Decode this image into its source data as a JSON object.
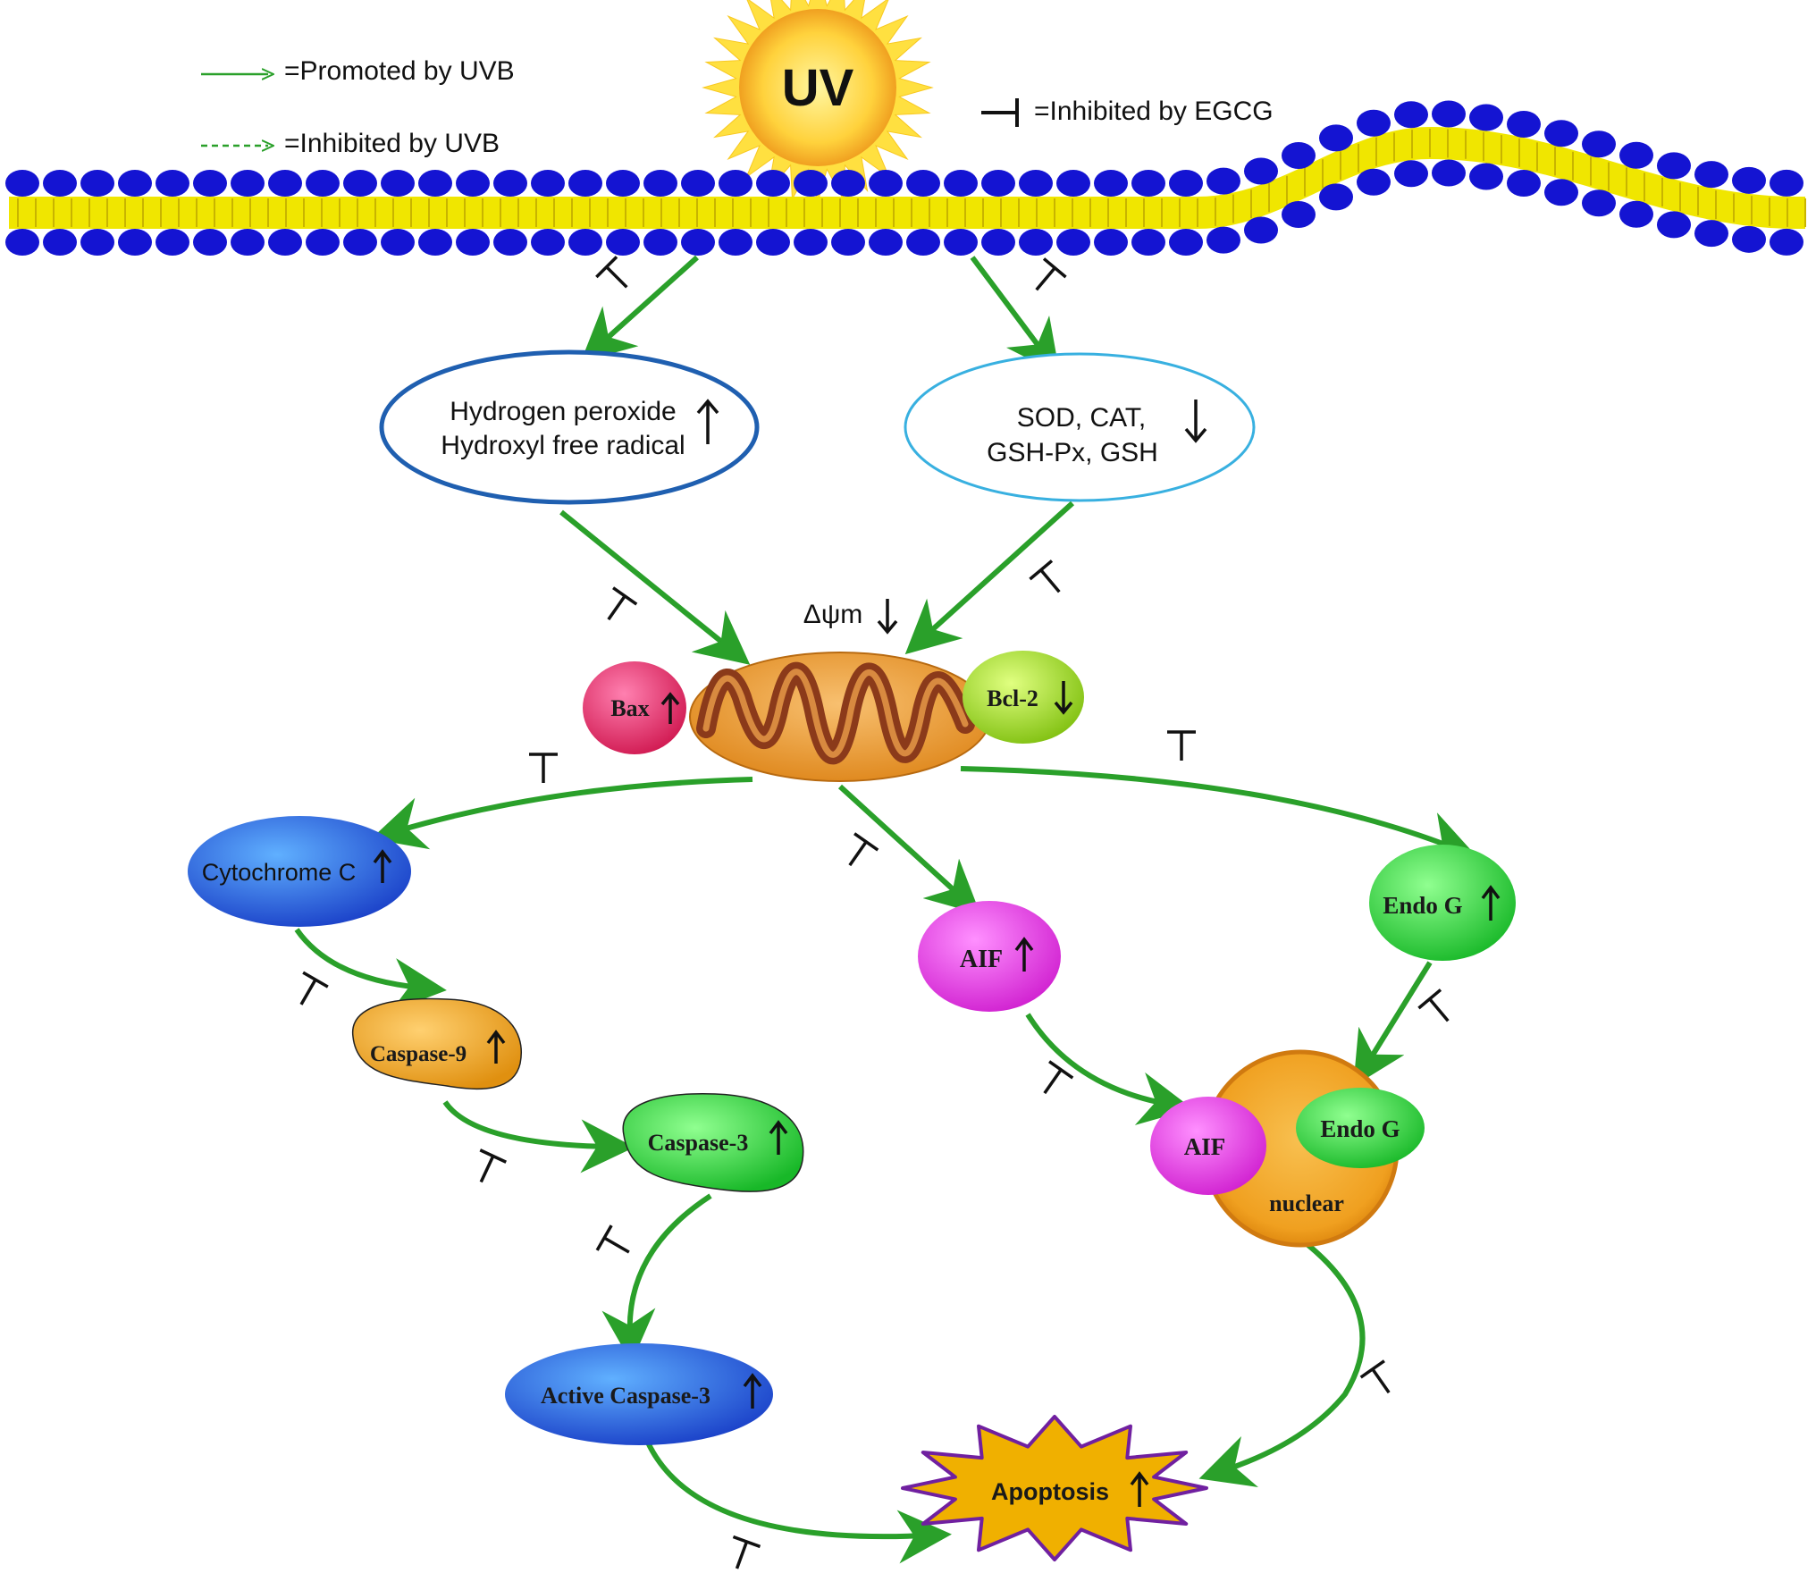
{
  "legend": {
    "promoted": "=Promoted by UVB",
    "inhibited_uvb": "=Inhibited by UVB",
    "inhibited_egcg": "=Inhibited by EGCG"
  },
  "sun_label": "UV",
  "ros": {
    "line1": "Hydrogen peroxide",
    "line2": "Hydroxyl free radical",
    "trend": "up"
  },
  "antioxidants": {
    "line1": "SOD, CAT,",
    "line2": "GSH-Px, GSH",
    "trend": "down"
  },
  "membrane_potential": {
    "label": "Δψm",
    "trend": "down"
  },
  "nodes": {
    "bax": "Bax",
    "bcl2": "Bcl-2",
    "cytochrome_c": "Cytochrome C",
    "aif": "AIF",
    "endo_g": "Endo G",
    "caspase9": "Caspase-9",
    "caspase3": "Caspase-3",
    "active_caspase3": "Active Caspase-3",
    "nucleus_aif": "AIF",
    "nucleus_endo_g": "Endo G",
    "nucleus_label": "nuclear",
    "apoptosis": "Apoptosis"
  },
  "colors": {
    "arrow_green": "#2aa02a",
    "membrane_head": "#1414d2",
    "membrane_tail": "#f0e600",
    "ros_border": "#1f5fb0",
    "antiox_border": "#38b0e0",
    "mitochondrion": "#f0a040",
    "cristae": "#8b3a1a",
    "bax": "#e0306a",
    "bcl2": "#a0d020",
    "cytochrome": "#1e64e0",
    "aif": "#e030e0",
    "endo_g": "#20c830",
    "caspase9": "#f0a020",
    "caspase3": "#30d830",
    "active_caspase3": "#1e64e0",
    "nucleus": "#f0a020",
    "apoptosis_fill": "#f0b000",
    "apoptosis_border": "#7020a0"
  }
}
